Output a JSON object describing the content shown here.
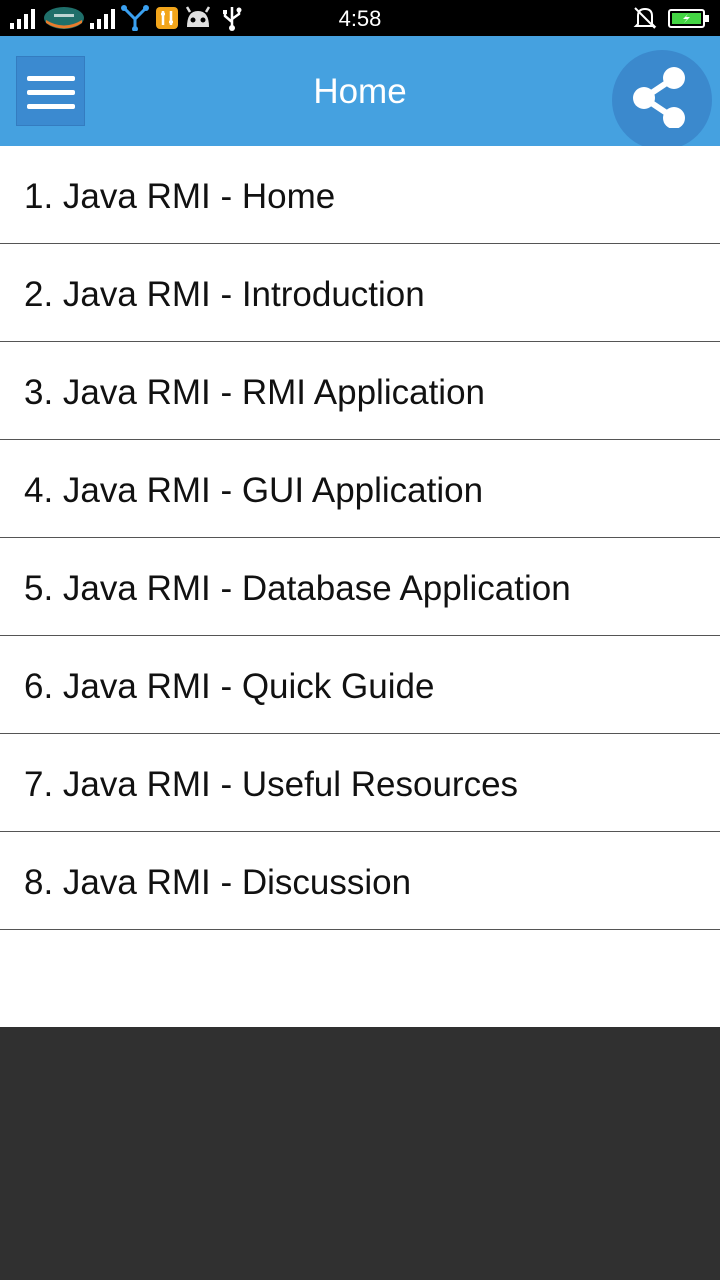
{
  "status_bar": {
    "time": "4:58",
    "icons": [
      "signal-icon",
      "carrier-logo-icon",
      "signal-icon",
      "fork-icon",
      "tools-icon",
      "android-icon",
      "usb-icon",
      "bell-off-icon",
      "battery-charging-icon"
    ],
    "colors": {
      "background": "#000000",
      "battery": "#44d544"
    }
  },
  "app_bar": {
    "title": "Home",
    "menu_icon": "hamburger-icon",
    "share_icon": "share-icon",
    "colors": {
      "background": "#45a1e0",
      "menu_button": "#3b8ad0",
      "share_circle": "#3b89cd"
    }
  },
  "list": {
    "items": [
      {
        "label": "1. Java RMI - Home"
      },
      {
        "label": "2. Java RMI - Introduction"
      },
      {
        "label": "3. Java RMI - RMI Application"
      },
      {
        "label": "4. Java RMI - GUI Application"
      },
      {
        "label": "5. Java RMI - Database Application"
      },
      {
        "label": "6. Java RMI - Quick Guide"
      },
      {
        "label": "7. Java RMI - Useful Resources"
      },
      {
        "label": "8. Java RMI - Discussion"
      }
    ]
  },
  "colors": {
    "page_background": "#ffffff",
    "bottom_area": "#303030",
    "divider": "#555555"
  }
}
